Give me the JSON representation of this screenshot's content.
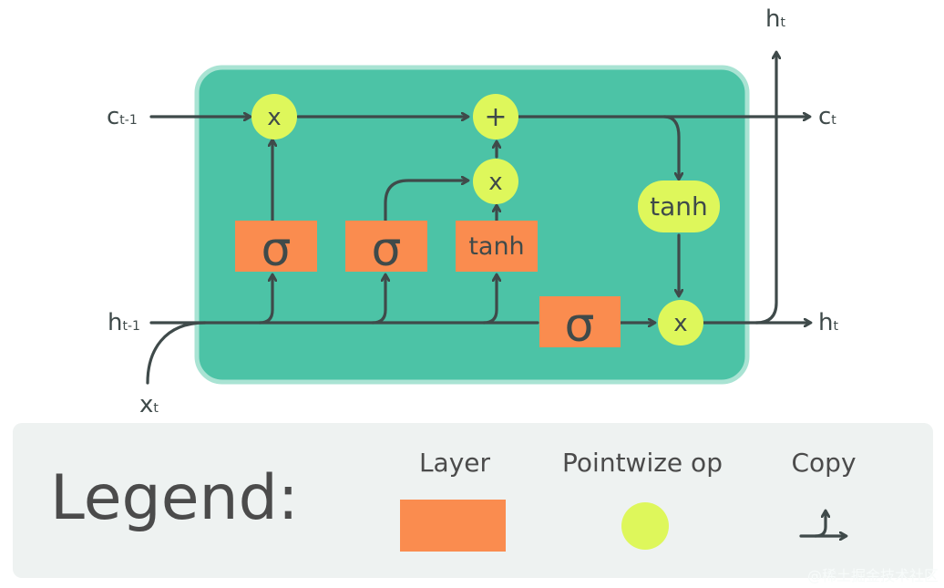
{
  "diagram": {
    "inputs": {
      "c_prev": "c",
      "c_prev_sub": "t-1",
      "h_prev": "h",
      "h_prev_sub": "t-1",
      "x": "x",
      "x_sub": "t"
    },
    "outputs": {
      "h_top": "h",
      "h_top_sub": "t",
      "c": "c",
      "c_sub": "t",
      "h": "h",
      "h_sub": "t"
    },
    "layers": {
      "forget": "σ",
      "input": "σ",
      "candidate": "tanh",
      "output": "σ"
    },
    "ops": {
      "forget_mult": "x",
      "add": "+",
      "input_mult": "x",
      "output_tanh": "tanh",
      "output_mult": "x"
    }
  },
  "legend": {
    "title": "Legend:",
    "layer_label": "Layer",
    "pointwise_label": "Pointwize op",
    "copy_label": "Copy"
  },
  "watermark": "@稀土掘金技术社区",
  "colors": {
    "cell": "#4cc3a6",
    "layer": "#fa8c4f",
    "pointwise": "#def75b",
    "line": "#3f4a4a"
  }
}
